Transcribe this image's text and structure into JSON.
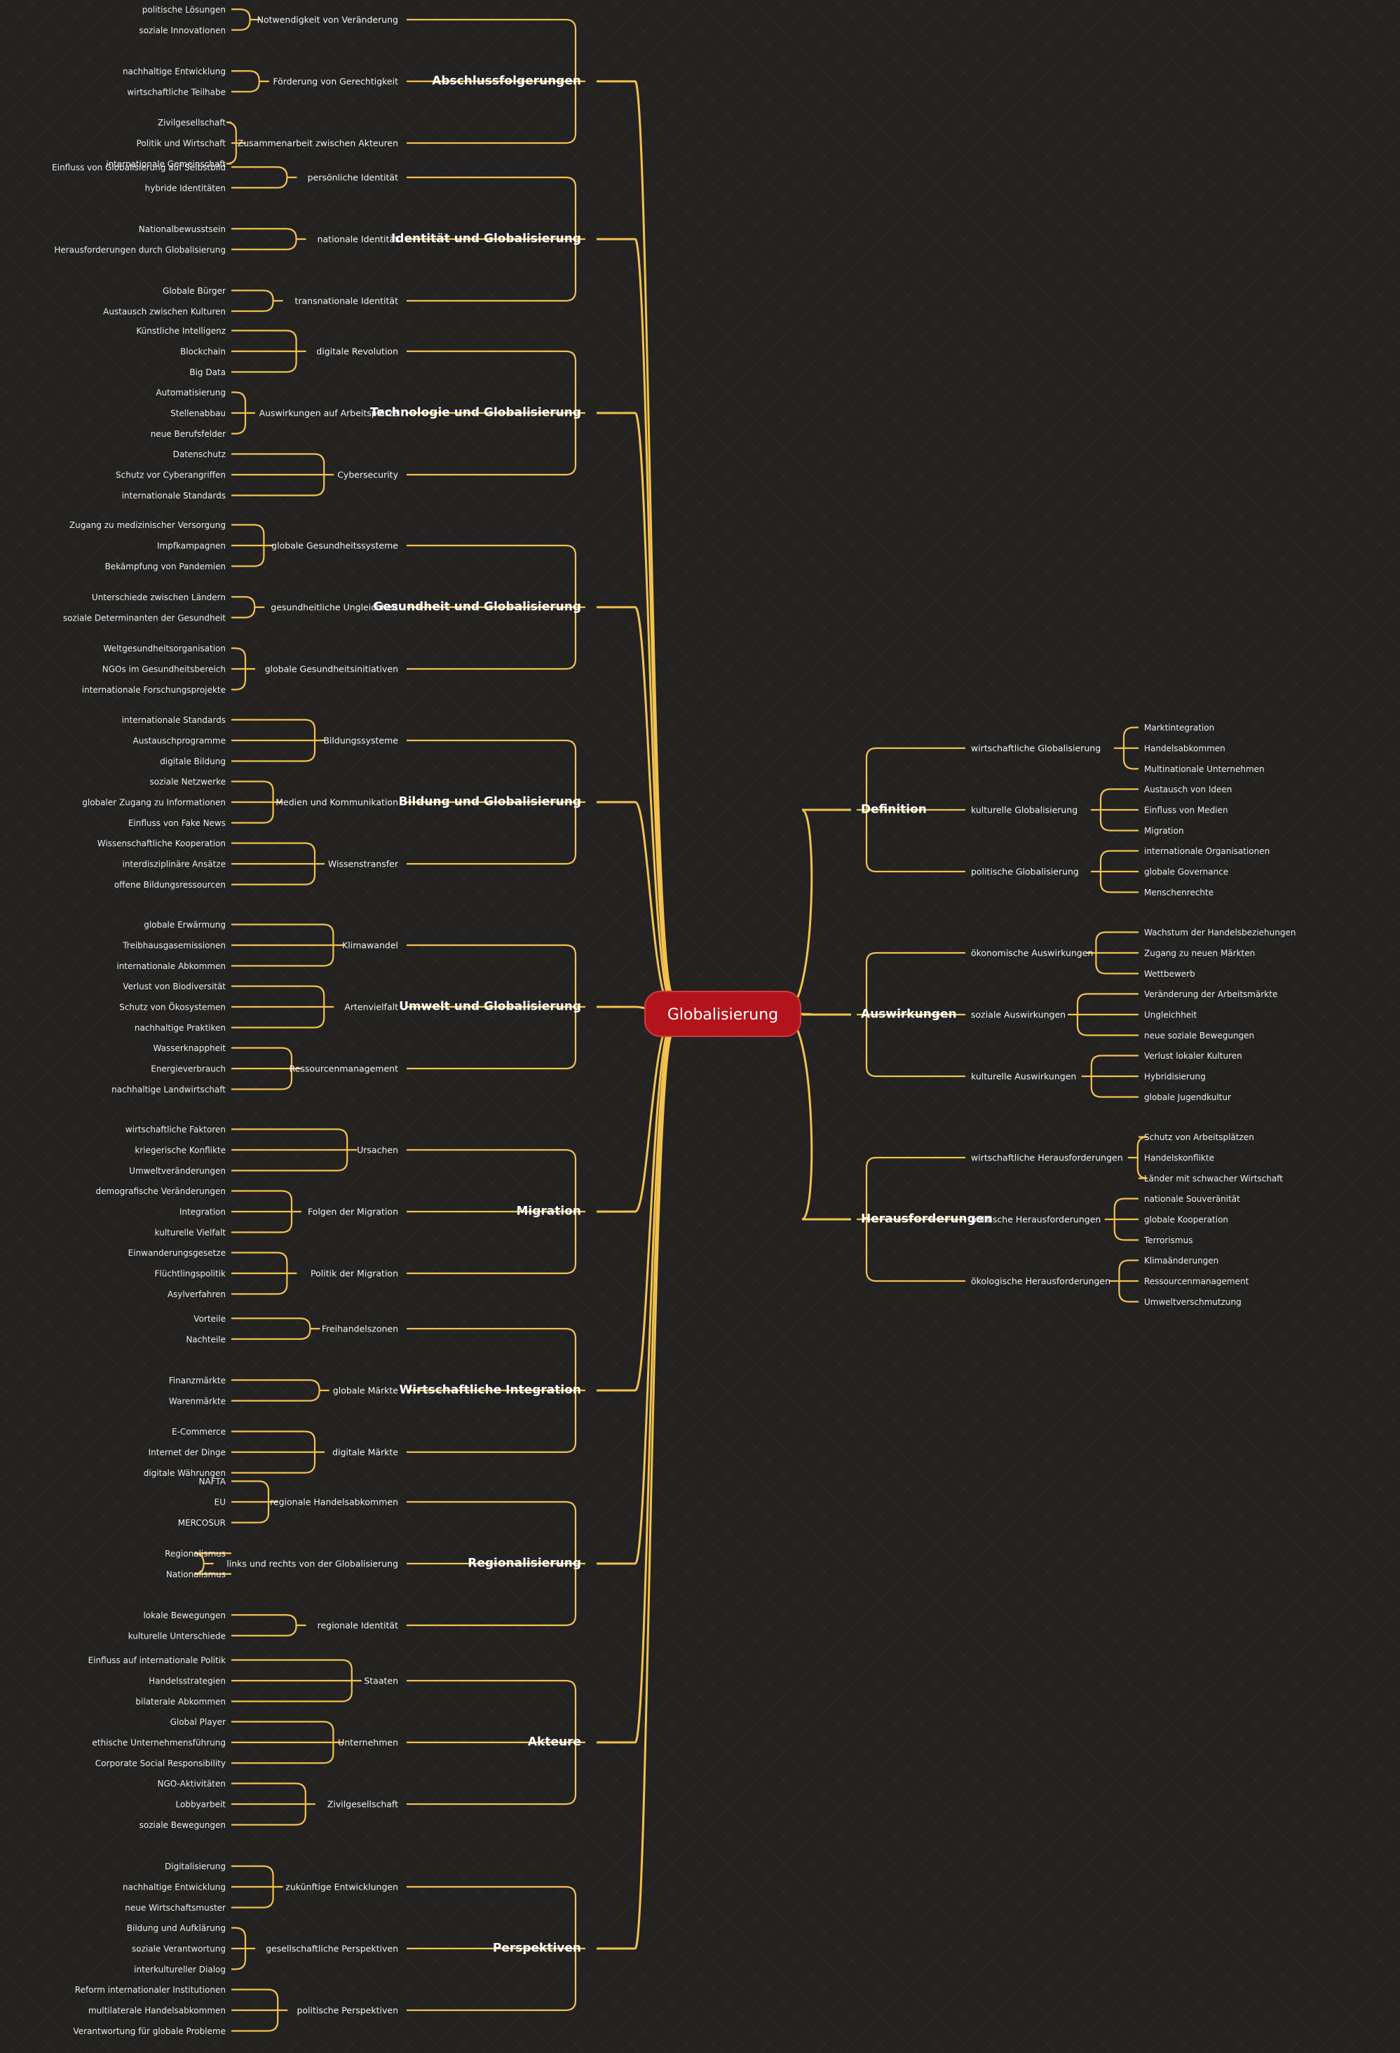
{
  "center": {
    "label": "Globalisierung",
    "color": "#b3141c"
  },
  "line_color": "#f2c14e",
  "left": [
    {
      "label": "Abschlussfolgerungen",
      "children": [
        {
          "label": "Notwendigkeit von Veränderung",
          "children": [
            "politische Lösungen",
            "soziale Innovationen"
          ]
        },
        {
          "label": "Förderung von Gerechtigkeit",
          "children": [
            "nachhaltige Entwicklung",
            "wirtschaftliche Teilhabe"
          ]
        },
        {
          "label": "Zusammenarbeit zwischen Akteuren",
          "children": [
            "Zivilgesellschaft",
            "Politik und Wirtschaft",
            "internationale Gemeinschaft"
          ]
        }
      ]
    },
    {
      "label": "Identität und Globalisierung",
      "children": [
        {
          "label": "persönliche Identität",
          "children": [
            "Einfluss von Globalisierung auf Selbstbild",
            "hybride Identitäten"
          ]
        },
        {
          "label": "nationale Identität",
          "children": [
            "Nationalbewusstsein",
            "Herausforderungen durch Globalisierung"
          ]
        },
        {
          "label": "transnationale Identität",
          "children": [
            "Globale Bürger",
            "Austausch zwischen Kulturen"
          ]
        }
      ]
    },
    {
      "label": "Technologie und Globalisierung",
      "children": [
        {
          "label": "digitale Revolution",
          "children": [
            "Künstliche Intelligenz",
            "Blockchain",
            "Big Data"
          ]
        },
        {
          "label": "Auswirkungen auf Arbeitsplätze",
          "children": [
            "Automatisierung",
            "Stellenabbau",
            "neue Berufsfelder"
          ]
        },
        {
          "label": "Cybersecurity",
          "children": [
            "Datenschutz",
            "Schutz vor Cyberangriffen",
            "internationale Standards"
          ]
        }
      ]
    },
    {
      "label": "Gesundheit und Globalisierung",
      "children": [
        {
          "label": "globale Gesundheitssysteme",
          "children": [
            "Zugang zu medizinischer Versorgung",
            "Impfkampagnen",
            "Bekämpfung von Pandemien"
          ]
        },
        {
          "label": "gesundheitliche Ungleichheit",
          "children": [
            "Unterschiede zwischen Ländern",
            "soziale Determinanten der Gesundheit"
          ]
        },
        {
          "label": "globale Gesundheitsinitiativen",
          "children": [
            "Weltgesundheitsorganisation",
            "NGOs im Gesundheitsbereich",
            "internationale Forschungsprojekte"
          ]
        }
      ]
    },
    {
      "label": "Bildung und Globalisierung",
      "children": [
        {
          "label": "Bildungssysteme",
          "children": [
            "internationale Standards",
            "Austauschprogramme",
            "digitale Bildung"
          ]
        },
        {
          "label": "Medien und Kommunikation",
          "children": [
            "soziale Netzwerke",
            "globaler Zugang zu Informationen",
            "Einfluss von Fake News"
          ]
        },
        {
          "label": "Wissenstransfer",
          "children": [
            "Wissenschaftliche Kooperation",
            "interdisziplinäre Ansätze",
            "offene Bildungsressourcen"
          ]
        }
      ]
    },
    {
      "label": "Umwelt und Globalisierung",
      "children": [
        {
          "label": "Klimawandel",
          "children": [
            "globale Erwärmung",
            "Treibhausgasemissionen",
            "internationale Abkommen"
          ]
        },
        {
          "label": "Artenvielfalt",
          "children": [
            "Verlust von Biodiversität",
            "Schutz von Ökosystemen",
            "nachhaltige Praktiken"
          ]
        },
        {
          "label": "Ressourcenmanagement",
          "children": [
            "Wasserknappheit",
            "Energieverbrauch",
            "nachhaltige Landwirtschaft"
          ]
        }
      ]
    },
    {
      "label": "Migration",
      "children": [
        {
          "label": "Ursachen",
          "children": [
            "wirtschaftliche Faktoren",
            "kriegerische Konflikte",
            "Umweltveränderungen"
          ]
        },
        {
          "label": "Folgen der Migration",
          "children": [
            "demografische Veränderungen",
            "Integration",
            "kulturelle Vielfalt"
          ]
        },
        {
          "label": "Politik der Migration",
          "children": [
            "Einwanderungsgesetze",
            "Flüchtlingspolitik",
            "Asylverfahren"
          ]
        }
      ]
    },
    {
      "label": "Wirtschaftliche Integration",
      "children": [
        {
          "label": "Freihandelszonen",
          "children": [
            "Vorteile",
            "Nachteile"
          ]
        },
        {
          "label": "globale Märkte",
          "children": [
            "Finanzmärkte",
            "Warenmärkte"
          ]
        },
        {
          "label": "digitale Märkte",
          "children": [
            "E-Commerce",
            "Internet der Dinge",
            "digitale Währungen"
          ]
        }
      ]
    },
    {
      "label": "Regionalisierung",
      "children": [
        {
          "label": "regionale Handelsabkommen",
          "children": [
            "NAFTA",
            "EU",
            "MERCOSUR"
          ]
        },
        {
          "label": "links und rechts von der Globalisierung",
          "children": [
            "Regionalismus",
            "Nationalismus"
          ]
        },
        {
          "label": "regionale Identität",
          "children": [
            "lokale Bewegungen",
            "kulturelle Unterschiede"
          ]
        }
      ]
    },
    {
      "label": "Akteure",
      "children": [
        {
          "label": "Staaten",
          "children": [
            "Einfluss auf internationale Politik",
            "Handelsstrategien",
            "bilaterale Abkommen"
          ]
        },
        {
          "label": "Unternehmen",
          "children": [
            "Global Player",
            "ethische Unternehmensführung",
            "Corporate Social Responsibility"
          ]
        },
        {
          "label": "Zivilgesellschaft",
          "children": [
            "NGO-Aktivitäten",
            "Lobbyarbeit",
            "soziale Bewegungen"
          ]
        }
      ]
    },
    {
      "label": "Perspektiven",
      "children": [
        {
          "label": "zukünftige Entwicklungen",
          "children": [
            "Digitalisierung",
            "nachhaltige Entwicklung",
            "neue Wirtschaftsmuster"
          ]
        },
        {
          "label": "gesellschaftliche Perspektiven",
          "children": [
            "Bildung und Aufklärung",
            "soziale Verantwortung",
            "interkultureller Dialog"
          ]
        },
        {
          "label": "politische Perspektiven",
          "children": [
            "Reform internationaler Institutionen",
            "multilaterale Handelsabkommen",
            "Verantwortung für globale Probleme"
          ]
        }
      ]
    }
  ],
  "right": [
    {
      "label": "Definition",
      "children": [
        {
          "label": "wirtschaftliche Globalisierung",
          "children": [
            "Marktintegration",
            "Handelsabkommen",
            "Multinationale Unternehmen"
          ]
        },
        {
          "label": "kulturelle Globalisierung",
          "children": [
            "Austausch von Ideen",
            "Einfluss von Medien",
            "Migration"
          ]
        },
        {
          "label": "politische Globalisierung",
          "children": [
            "internationale Organisationen",
            "globale Governance",
            "Menschenrechte"
          ]
        }
      ]
    },
    {
      "label": "Auswirkungen",
      "children": [
        {
          "label": "ökonomische Auswirkungen",
          "children": [
            "Wachstum der Handelsbeziehungen",
            "Zugang zu neuen Märkten",
            "Wettbewerb"
          ]
        },
        {
          "label": "soziale Auswirkungen",
          "children": [
            "Veränderung der Arbeitsmärkte",
            "Ungleichheit",
            "neue soziale Bewegungen"
          ]
        },
        {
          "label": "kulturelle Auswirkungen",
          "children": [
            "Verlust lokaler Kulturen",
            "Hybridisierung",
            "globale Jugendkultur"
          ]
        }
      ]
    },
    {
      "label": "Herausforderungen",
      "children": [
        {
          "label": "wirtschaftliche Herausforderungen",
          "children": [
            "Schutz von Arbeitsplätzen",
            "Handelskonflikte",
            "Länder mit schwacher Wirtschaft"
          ]
        },
        {
          "label": "politische Herausforderungen",
          "children": [
            "nationale Souveränität",
            "globale Kooperation",
            "Terrorismus"
          ]
        },
        {
          "label": "ökologische Herausforderungen",
          "children": [
            "Klimaänderungen",
            "Ressourcenmanagement",
            "Umweltverschmutzung"
          ]
        }
      ]
    }
  ]
}
